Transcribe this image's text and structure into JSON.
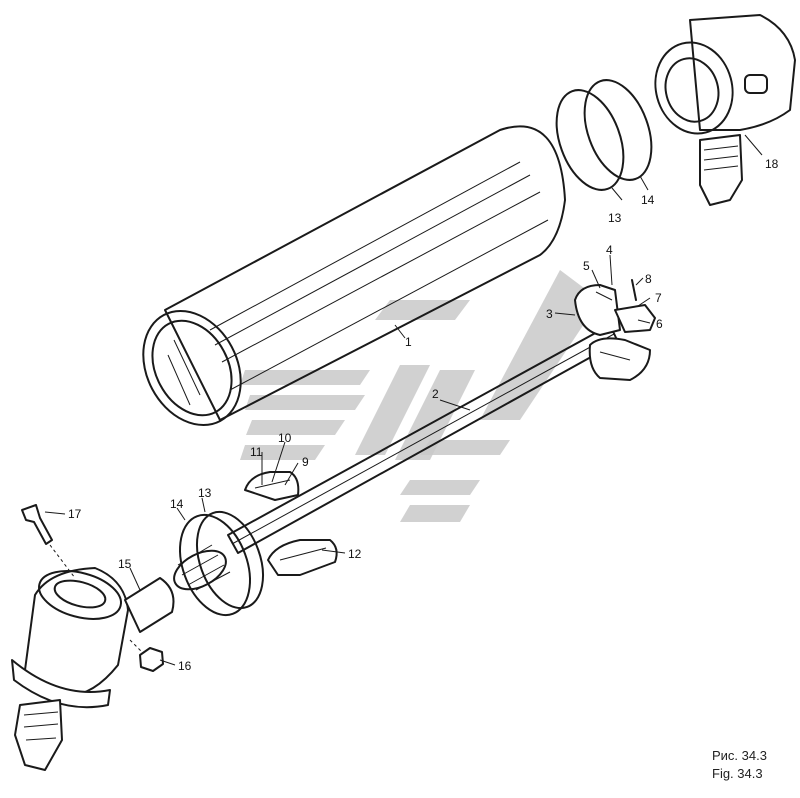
{
  "callouts": {
    "c1": "1",
    "c2": "2",
    "c3": "3",
    "c4": "4",
    "c5": "5",
    "c6": "6",
    "c7": "7",
    "c8": "8",
    "c9": "9",
    "c10": "10",
    "c11": "11",
    "c12": "12",
    "c13_top": "13",
    "c14_top": "14",
    "c13_bottom": "13",
    "c14_bottom": "14",
    "c15": "15",
    "c16": "16",
    "c17": "17",
    "c18": "18"
  },
  "caption": {
    "ru": "Рис. 34.3",
    "en": "Fig. 34.3"
  },
  "colors": {
    "ink": "#1a1a1a",
    "watermark": "#c9c9c9"
  }
}
